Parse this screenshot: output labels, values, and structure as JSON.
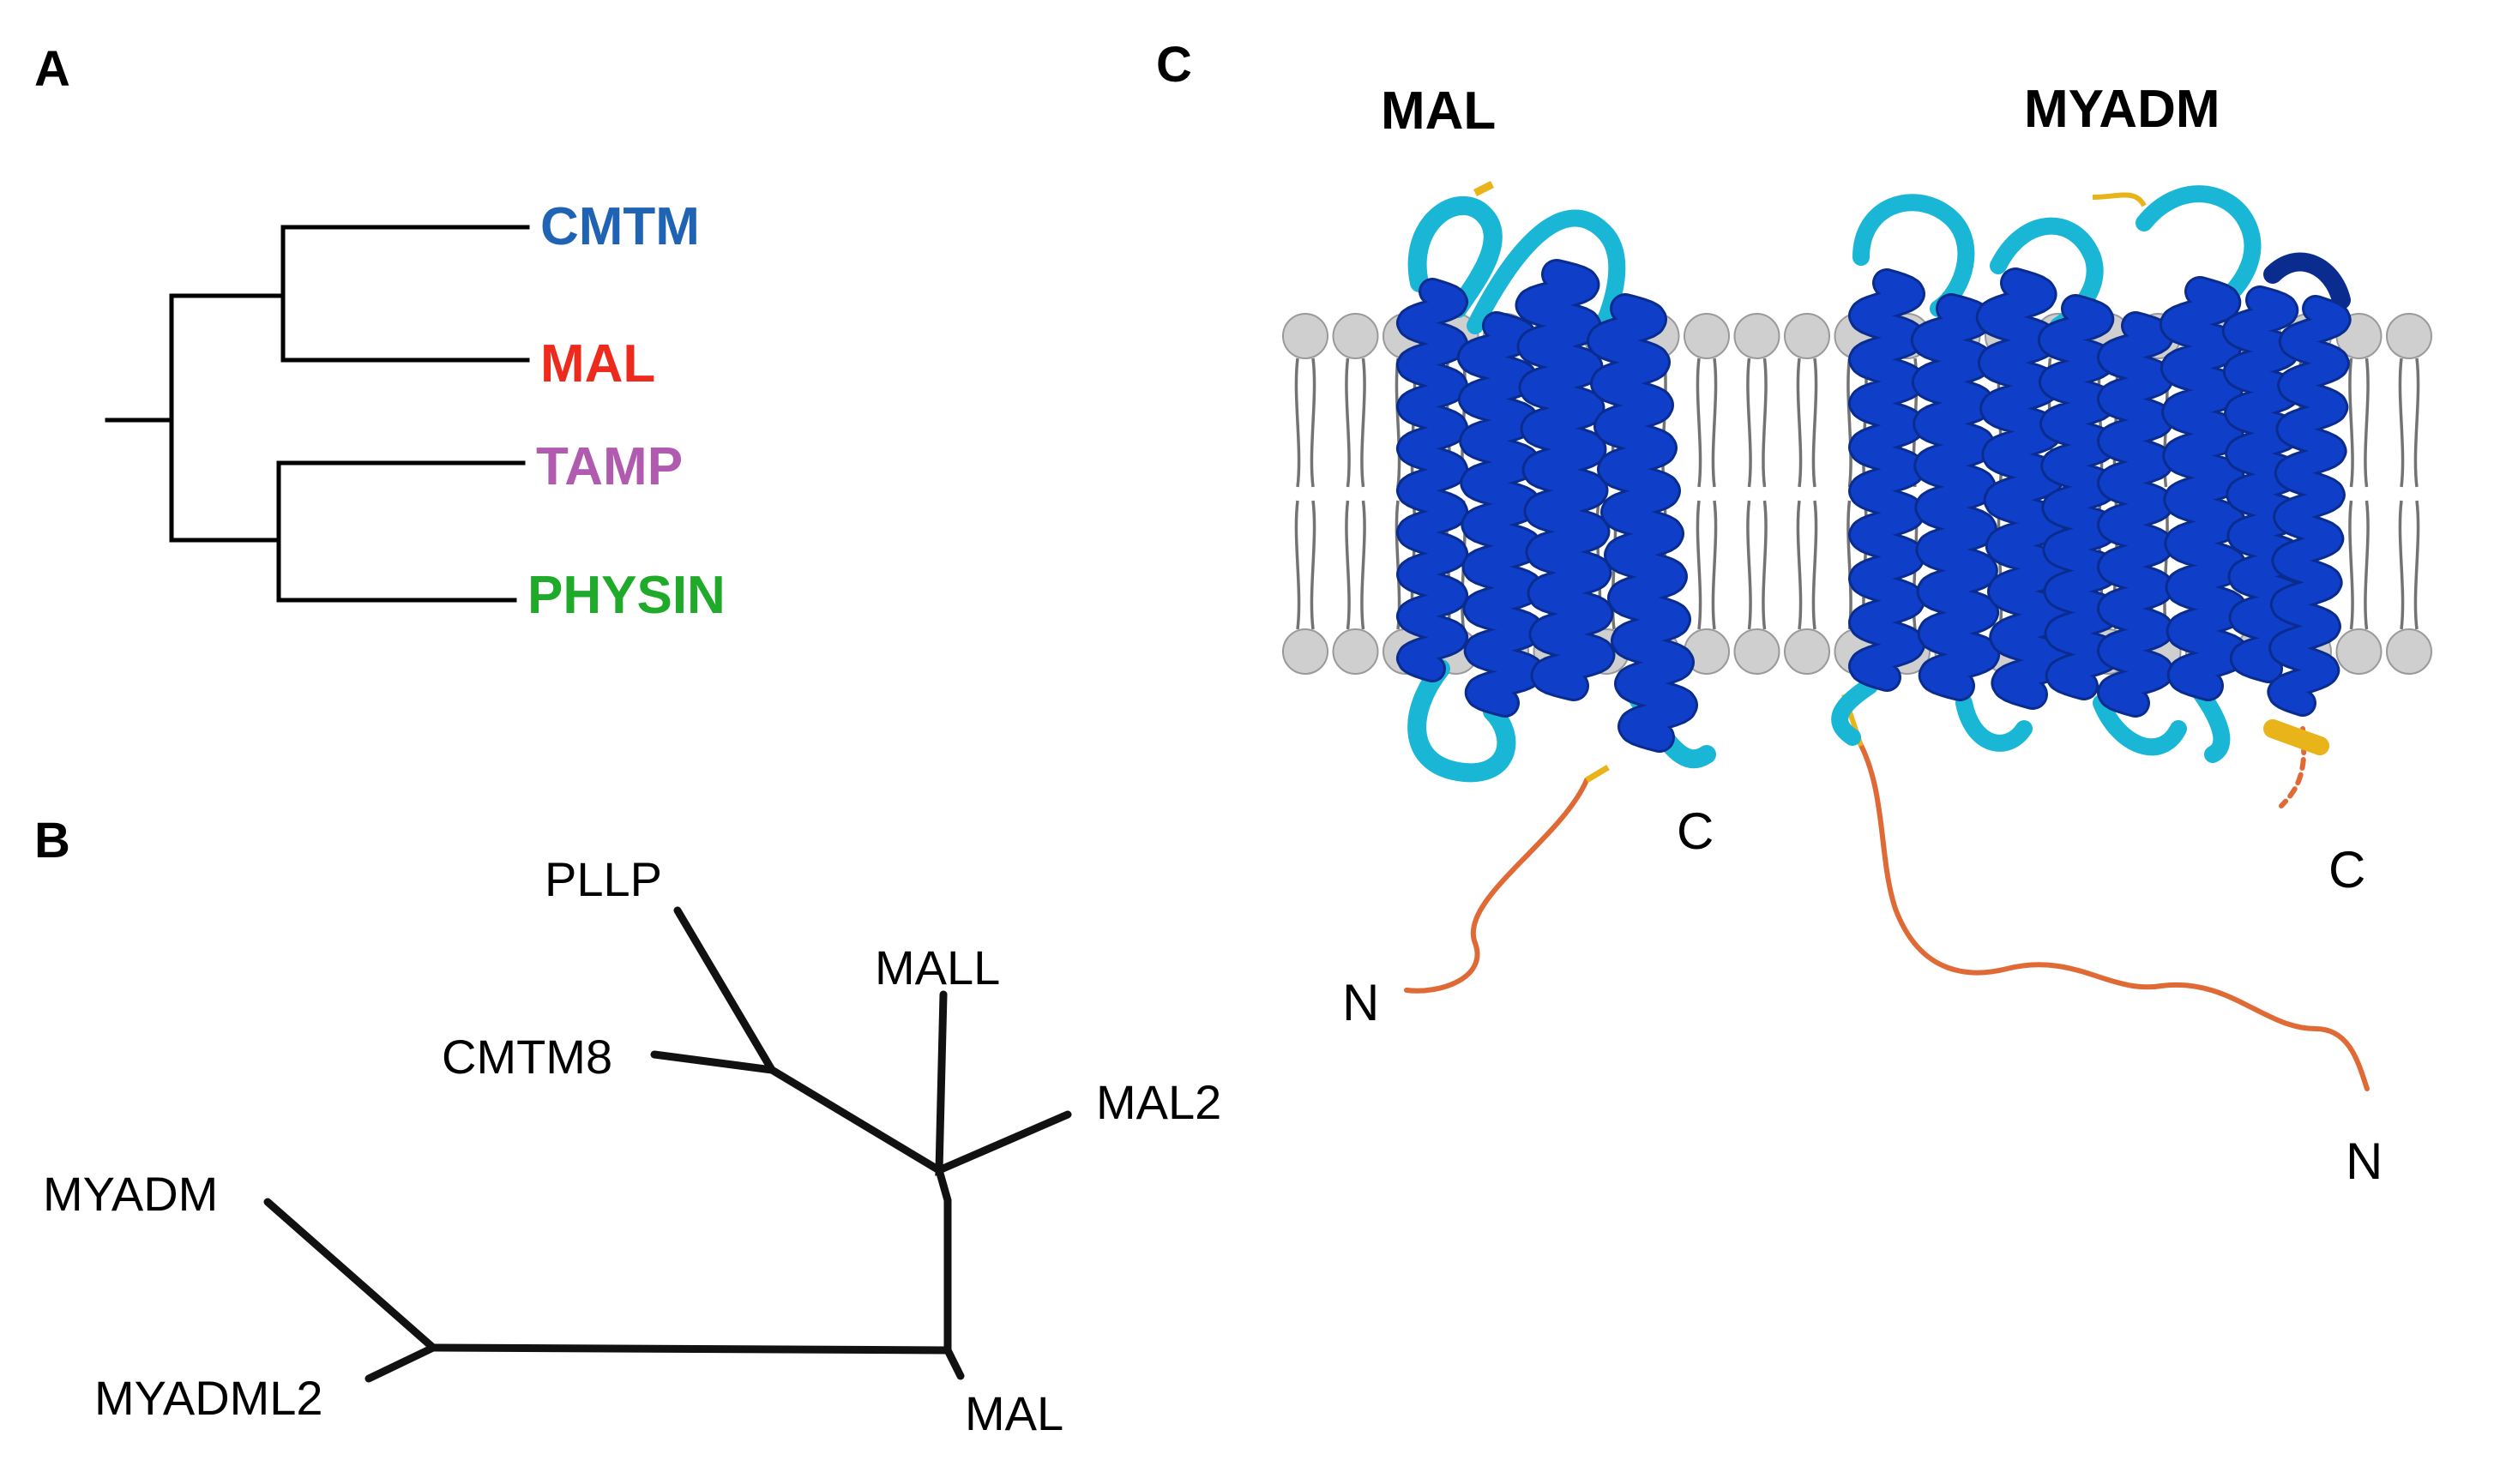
{
  "panels": {
    "a": {
      "letter": "A"
    },
    "b": {
      "letter": "B"
    },
    "c": {
      "letter": "C"
    }
  },
  "dendrogram": {
    "leaves": [
      {
        "label": "CMTM",
        "color": "#1f63b5"
      },
      {
        "label": "MAL",
        "color": "#ee2a1c"
      },
      {
        "label": "TAMP",
        "color": "#b05bb0"
      },
      {
        "label": "PHYSIN",
        "color": "#1faa2a"
      }
    ]
  },
  "unrooted_tree": {
    "leaves": [
      "PLLP",
      "CMTM8",
      "MALL",
      "MAL2",
      "MYADM",
      "MYADML2",
      "MAL"
    ]
  },
  "structures": {
    "mal": {
      "title": "MAL",
      "n_terminus": "N",
      "c_terminus": "C"
    },
    "myadm": {
      "title": "MYADM",
      "n_terminus": "N",
      "c_terminus": "C"
    }
  },
  "colors": {
    "helix_core": "#0f3fc8",
    "helix_dark": "#0a2c8f",
    "loop_cyan": "#1ab6d6",
    "low_conf_yellow": "#e8b41a",
    "disordered_orange": "#e06a36",
    "lipid_head": "#cfcfcf",
    "lipid_tail": "#000000"
  }
}
